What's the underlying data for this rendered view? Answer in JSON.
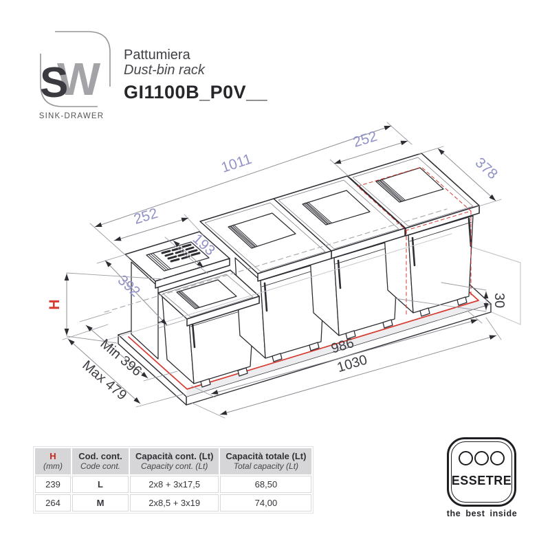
{
  "header": {
    "logo": {
      "letter_s": "S",
      "letter_w": "W",
      "brand": "SINK-DRAWER"
    },
    "title_it": "Pattumiera",
    "title_en": "Dust-bin rack",
    "model_code": "GI1100B_P0V__"
  },
  "drawing": {
    "dimensions": {
      "total_top_length": "1011",
      "module_width_top": "252",
      "module_depth": "378",
      "left_module_width": "252",
      "left_back_depth": "193",
      "left_total_depth": "392",
      "height_label": "H",
      "min_depth": "Min 396",
      "max_depth": "Max 479",
      "side_gap": "30",
      "inner_length": "986",
      "outer_length": "1030"
    },
    "colors": {
      "dimension_accent": "#9193c7",
      "highlight_red": "#d73a30",
      "line_dark": "#2d2d34",
      "line_light": "#c6c6cd"
    }
  },
  "spec_table": {
    "columns": [
      {
        "main": "H",
        "sub": "(mm)"
      },
      {
        "main": "Cod. cont.",
        "sub": "Code cont."
      },
      {
        "main": "Capacità cont. (Lt)",
        "sub": "Capacity cont. (Lt)"
      },
      {
        "main": "Capacità totale (Lt)",
        "sub": "Total capacity (Lt)"
      }
    ],
    "rows": [
      [
        "239",
        "L",
        "2x8 + 3x17,5",
        "68,50"
      ],
      [
        "264",
        "M",
        "2x8,5 + 3x19",
        "74,00"
      ]
    ]
  },
  "footer_logo": {
    "name": "ESSETRE",
    "tagline": "the best inside"
  }
}
